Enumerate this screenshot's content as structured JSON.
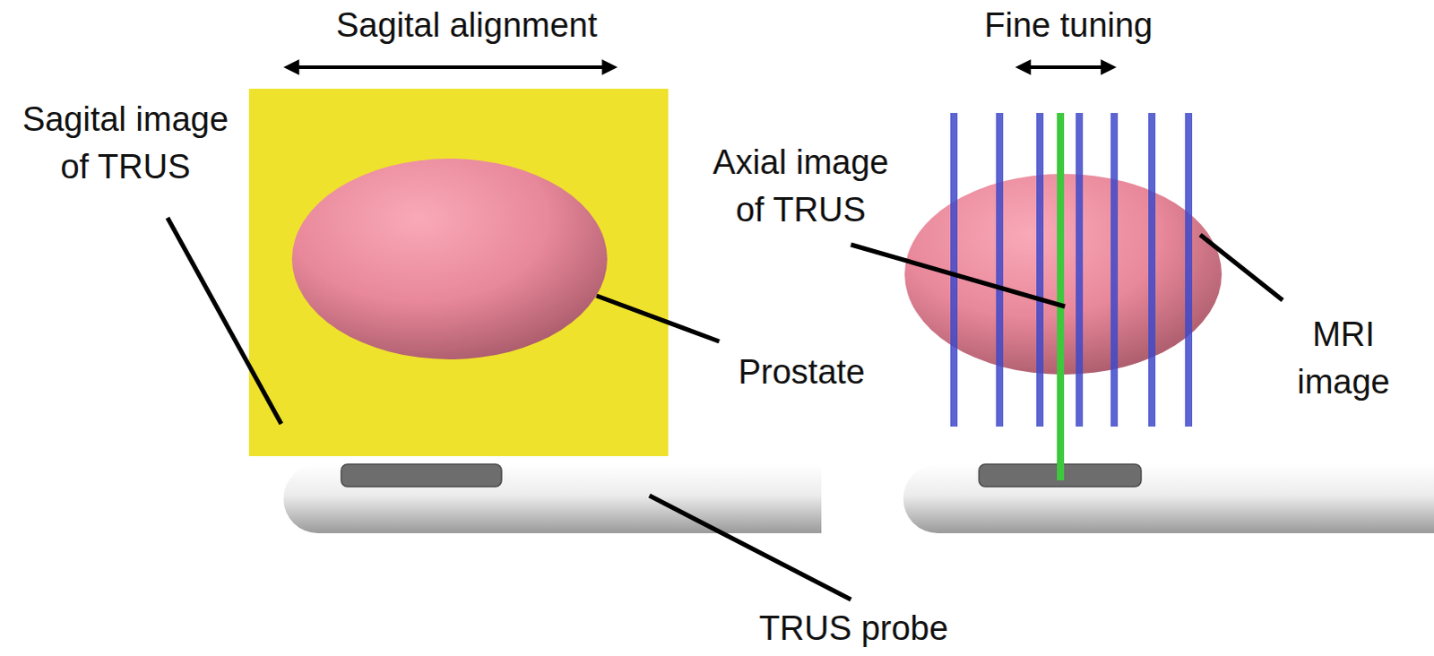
{
  "diagram": {
    "labels": [
      "Sagital alignment",
      "Fine tuning",
      "Sagital image of TRUS",
      "Axial image of TRUS",
      "Prostate",
      "MRI image",
      "TRUS probe"
    ]
  }
}
